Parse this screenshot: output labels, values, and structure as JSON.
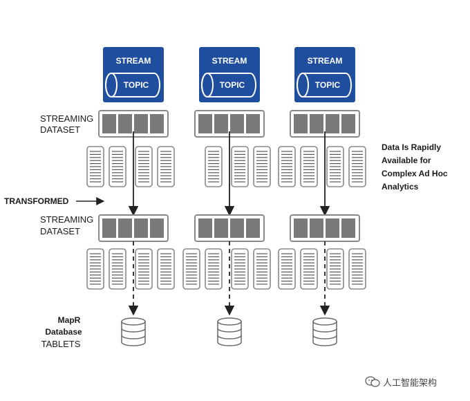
{
  "stream_label": "STREAM",
  "topic_label": "TOPIC",
  "streaming_dataset_1": [
    "STREAMING",
    "DATASET"
  ],
  "streaming_dataset_2": [
    "STREAMING",
    "DATASET"
  ],
  "transformed_label": "TRANSFORMED",
  "availability_note": [
    "Data Is Rapidly",
    "Available for",
    "Complex Ad Hoc",
    "Analytics"
  ],
  "database_label": [
    "MapR",
    "Database",
    "TABLETS"
  ],
  "watermark": "人工智能架构",
  "colors": {
    "stream_blue": "#1f4e9e",
    "cell_gray": "#7a7a7a",
    "border_gray": "#888888",
    "arrow": "#222222"
  }
}
